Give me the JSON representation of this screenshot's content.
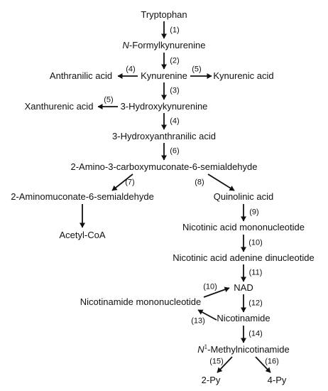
{
  "nodes": {
    "tryptophan": "Tryptophan",
    "n_formylkynurenine": {
      "prefix": "N",
      "rest": "-Formylkynurenine"
    },
    "kynurenine": "Kynurenine",
    "anthranilic_acid": "Anthranilic acid",
    "kynurenic_acid": "Kynurenic acid",
    "hydroxykynurenine": "3-Hydroxykynurenine",
    "xanthurenic_acid": "Xanthurenic acid",
    "hydroxyanthranilic_acid": "3-Hydroxyanthranilic acid",
    "acms": "2-Amino-3-carboxymuconate-6-semialdehyde",
    "amsa": "2-Aminomuconate-6-semialdehyde",
    "acetyl_coa": "Acetyl-CoA",
    "quinolinic_acid": "Quinolinic acid",
    "nicotinic_acid_mononucleotide": "Nicotinic acid mononucleotide",
    "nicotinic_acid_adenine_dinucleotide": "Nicotinic acid adenine dinucleotide",
    "nad": "NAD",
    "nicotinamide_mononucleotide": "Nicotinamide mononucleotide",
    "nicotinamide": "Nicotinamide",
    "n1_methylnicotinamide": {
      "prefix": "N",
      "sup": "1",
      "rest": "-Methylnicotinamide"
    },
    "two_py": "2-Py",
    "four_py": "4-Py"
  },
  "steps": {
    "s1": "(1)",
    "s2": "(2)",
    "s3": "(3)",
    "s4a": "(4)",
    "s4b": "(4)",
    "s5a": "(5)",
    "s5b": "(5)",
    "s6": "(6)",
    "s7": "(7)",
    "s8": "(8)",
    "s9": "(9)",
    "s10a": "(10)",
    "s10b": "(10)",
    "s11": "(11)",
    "s12": "(12)",
    "s13": "(13)",
    "s14": "(14)",
    "s15": "(15)",
    "s16": "(16)"
  },
  "colors": {
    "text": "#111111",
    "arrow": "#111111",
    "background": "#ffffff"
  }
}
